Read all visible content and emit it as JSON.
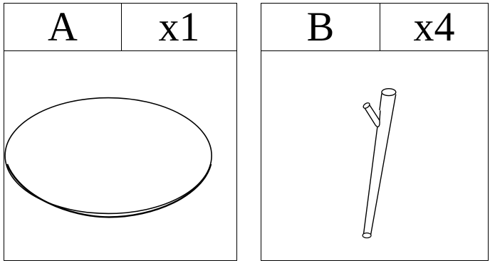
{
  "parts": [
    {
      "letter": "A",
      "quantity": "x1",
      "illustration": "oval-tabletop-icon"
    },
    {
      "letter": "B",
      "quantity": "x4",
      "illustration": "y-shaped-leg-icon"
    }
  ],
  "colors": {
    "line": "#000000",
    "background": "#ffffff"
  }
}
